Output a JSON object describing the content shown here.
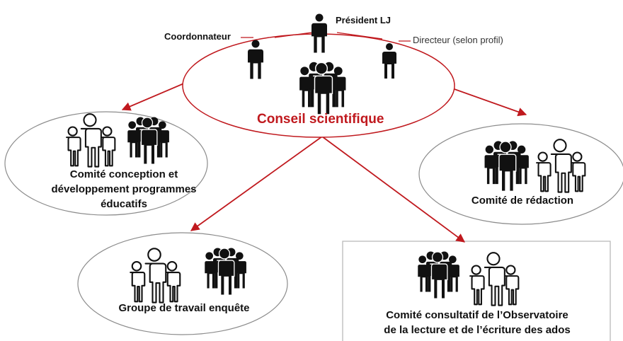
{
  "center": {
    "title": "Conseil scientifique",
    "roles": {
      "president": "Président LJ",
      "coordinator": "Coordonnateur",
      "director": "Directeur (selon profil)"
    }
  },
  "committees": {
    "conception": {
      "line1": "Comité conception et",
      "line2": "développement programmes",
      "line3": "éducatifs"
    },
    "redaction": "Comité de rédaction",
    "survey": "Groupe de travail enquête",
    "observatory": {
      "line1": "Comité consultatif de l’Observatoire",
      "line2": "de la lecture et de l’écriture des ados"
    }
  },
  "icons": {
    "person": "person-icon",
    "group_solid": "group-solid-icon",
    "group_outline": "group-outline-icon"
  },
  "colors": {
    "accent": "#c0191e",
    "ellipse_stroke": "#888888",
    "text": "#111111"
  }
}
